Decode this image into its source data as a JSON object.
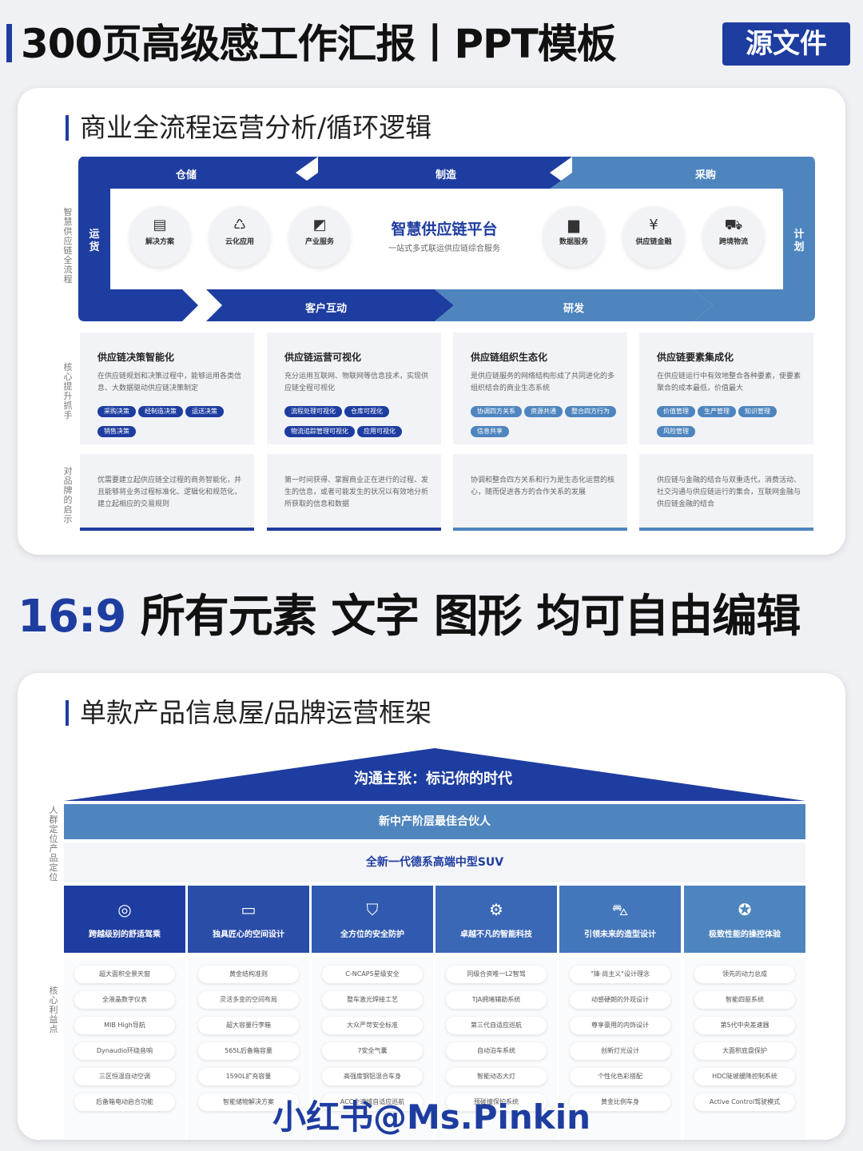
{
  "header": {
    "title": "300页高级感工作汇报丨PPT模板",
    "badge": "源文件"
  },
  "slide1": {
    "title": "商业全流程运营分析/循环逻辑",
    "loop": {
      "top": [
        "仓储",
        "制造",
        "采购"
      ],
      "bottom": [
        "客户互动",
        "研发"
      ],
      "left": "运货",
      "right": "计划"
    },
    "platform": {
      "title": "智慧供应链平台",
      "subtitle": "一站式多式联运供应链综合服务"
    },
    "circles": [
      {
        "label": "解决方案",
        "icon": "▤"
      },
      {
        "label": "云化应用",
        "icon": "♺"
      },
      {
        "label": "产业服务",
        "icon": "◩"
      },
      {
        "label": "数据服务",
        "icon": "▆"
      },
      {
        "label": "供应链金融",
        "icon": "¥"
      },
      {
        "label": "跨境物流",
        "icon": "⛟"
      }
    ],
    "row_labels": [
      "智慧供应链全流程",
      "核心提升抓手",
      "对品牌的启示"
    ],
    "boxes": [
      {
        "title": "供应链决策智能化",
        "desc": "在供应链规划和决策过程中，能够运用各类信息、大数据驱动供应链决策制定",
        "tags": [
          "采购决策",
          "经制造决策",
          "运送决策",
          "销售决策"
        ]
      },
      {
        "title": "供应链运营可视化",
        "desc": "充分运用互联网、物联网等信息技术，实现供应链全程可视化",
        "tags": [
          "流程处理可视化",
          "仓库可视化",
          "物流追踪管理可视化",
          "应用可视化"
        ]
      },
      {
        "title": "供应链组织生态化",
        "desc": "是供应链服务的网络结构形成了共同进化的多组织结合的商业生态系统",
        "tags": [
          "协调四方关系",
          "资源共通",
          "整合四方行为",
          "信息共享"
        ]
      },
      {
        "title": "供应链要素集成化",
        "desc": "在供应链运行中有效地整合各种要素，使要素聚合的成本最低，价值最大",
        "tags": [
          "价值管理",
          "生产管理",
          "知识管理",
          "风险管理"
        ]
      }
    ],
    "hints": [
      "优需要建立起供应链全过程的商务智能化，并且能够将业务过程标准化、逻辑化和规范化，建立起相应的交易规则",
      "第一时间获得、掌握商业正在进行的过程、发生的信息，或者可能发生的状况以有效地分析所获取的信息和数据",
      "协调和整合四方关系和行为是生态化运营的核心，随而促进各方的合作关系的发展",
      "供应链与金融的结合与双重迭代，消费活动、社交沟通与供应链运行的集合，互联网金融与供应链金融的结合"
    ]
  },
  "middle": {
    "accent": "16:9",
    "text": " 所有元素 文字 图形 均可自由编辑"
  },
  "slide2": {
    "title": "单款产品信息屋/品牌运营框架",
    "roof": "沟通主张：标记你的时代",
    "band1": "新中产阶层最佳合伙人",
    "band2": "全新一代德系高端中型SUV",
    "row_labels": [
      "人群定位",
      "产品定位",
      "核心利益点"
    ],
    "pillars": [
      {
        "title": "跨越级别的舒适驾乘",
        "icon": "◎",
        "items": [
          "超大面积全景天窗",
          "全液晶数字仪表",
          "MIB High导航",
          "Dynaudio环绕音响",
          "三区恒温自动空调",
          "后备箱电动启合功能"
        ]
      },
      {
        "title": "独具匠心的空间设计",
        "icon": "▭",
        "items": [
          "黄金结构准则",
          "灵活多变的空间布局",
          "超大容量行李箱",
          "565L后备箱容量",
          "1590L扩充容量",
          "智能储物解决方案"
        ]
      },
      {
        "title": "全方位的安全防护",
        "icon": "⛉",
        "items": [
          "C-NCAP5星级安全",
          "整车激光焊接工艺",
          "大众严苛安全标准",
          "7安全气囊",
          "高强度钢铝混合车身",
          "ACC全速域自适应巡航"
        ]
      },
      {
        "title": "卓越不凡的智能科技",
        "icon": "⚙",
        "items": [
          "同级合资唯一L2智驾",
          "TJA拥堵辅助系统",
          "第三代自适应巡航",
          "自动泊车系统",
          "智能动态大灯",
          "预碰撞保护系统"
        ]
      },
      {
        "title": "引领未来的造型设计",
        "icon": "⛍",
        "items": [
          "\"锋·尚主义\"设计理念",
          "动感硬朗的外观设计",
          "尊享豪用的内饰设计",
          "创新灯光设计",
          "个性化色彩搭配",
          "黄金比例车身"
        ]
      },
      {
        "title": "极致性能的操控体验",
        "icon": "✪",
        "items": [
          "领先的动力总成",
          "智能四驱系统",
          "第5代中央差速器",
          "大面积底盘保护",
          "HDC陡坡缓降控制系统",
          "Active Control驾驶模式"
        ]
      }
    ]
  },
  "watermark": "小红书@Ms.Pinkin",
  "colors": {
    "dark": "#1e3da0",
    "mid": "#2a4ea8",
    "light": "#4e85be"
  }
}
